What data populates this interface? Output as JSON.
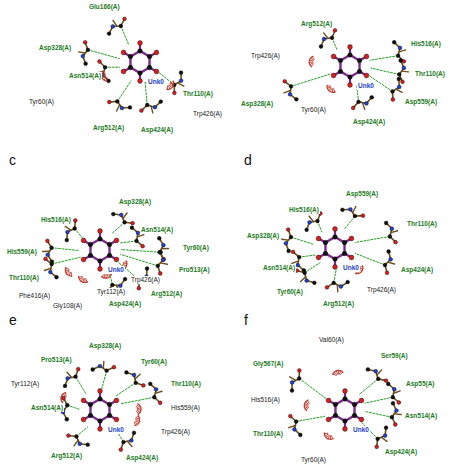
{
  "diagram": {
    "labels": [
      "Glu166(A)",
      "Asp328(A)",
      "Asn514(A)",
      "Tyr60(A)",
      "Unk0",
      "Thr110(A)",
      "Trp426(A)",
      "Arg512(A)",
      "Asp424(A)",
      "Unk0",
      "Trp426(A)",
      "His516(A)",
      "Thr110(A)",
      "Asp559(A)",
      "Asp424(A)",
      "Tyr60(A)",
      "Asp328(A)",
      "Arg512(A)",
      "c",
      "Asp328(A)",
      "His516(A)",
      "Asn514(A)",
      "Tyr60(A)",
      "His559(A)",
      "Pro513(A)",
      "Unk0",
      "Thr110(A)",
      "Trp426(A)",
      "Tyr112(A)",
      "Phe416(A)",
      "Gly108(A)",
      "Asp424(A)",
      "Arg512(A)",
      "d",
      "Asp559(A)",
      "His516(A)",
      "Thr110(A)",
      "Asp328(A)",
      "Asn514(A)",
      "Unk0",
      "Asp424(A)",
      "Tyr60(A)",
      "Trp426(A)",
      "Arg512(A)",
      "e",
      "Asp328(A)",
      "Pro513(A)",
      "Tyr60(A)",
      "Tyr112(A)",
      "Thr110(A)",
      "Asn514(A)",
      "His559(A)",
      "Unk0",
      "Trp426(A)",
      "Arg512(A)",
      "Asp424(A)",
      "f",
      "Val60(A)",
      "Gly567(A)",
      "Ser59(A)",
      "Asp55(A)",
      "His516(A)",
      "Asn514(A)",
      "Unk0",
      "Thr110(A)",
      "Asp424(A)",
      "Tyr60(A)"
    ]
  }
}
